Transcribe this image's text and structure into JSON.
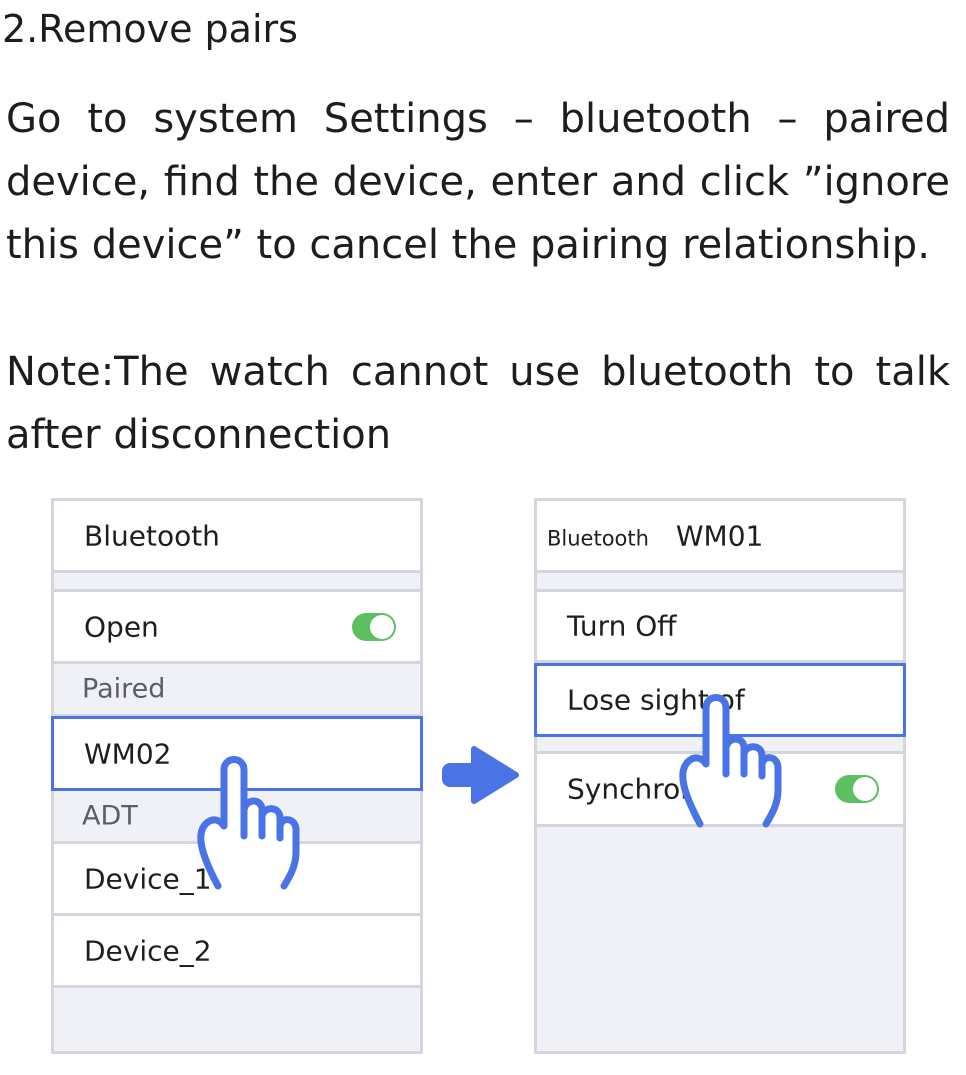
{
  "heading": "2.Remove pairs",
  "instruction": "Go to system Settings – bluetooth – paired device, find the device, enter and click ”ignore this device” to cancel the pairing relationship.",
  "note": "Note:The watch cannot use bluetooth to talk after disconnection",
  "left_screen": {
    "header": "Bluetooth",
    "open_label": "Open",
    "open_toggle_on": true,
    "paired_section": "Paired",
    "paired_device": "WM02",
    "other_section": "ADT",
    "devices": [
      "Device_1",
      "Device_2"
    ]
  },
  "right_screen": {
    "header_small": "Bluetooth",
    "header_device": "WM01",
    "turn_off": "Turn Off",
    "lose_sight": "Lose sight of",
    "synchronize": "Synchron  dd…",
    "synchronize_toggle_on": true
  },
  "colors": {
    "accent_blue": "#4a73e5",
    "toggle_green": "#5cbf60",
    "border_gray": "#d5d5dd",
    "panel_bg": "#f0f1f7"
  },
  "icons": [
    "tap-hand-icon",
    "right-arrow-icon"
  ]
}
